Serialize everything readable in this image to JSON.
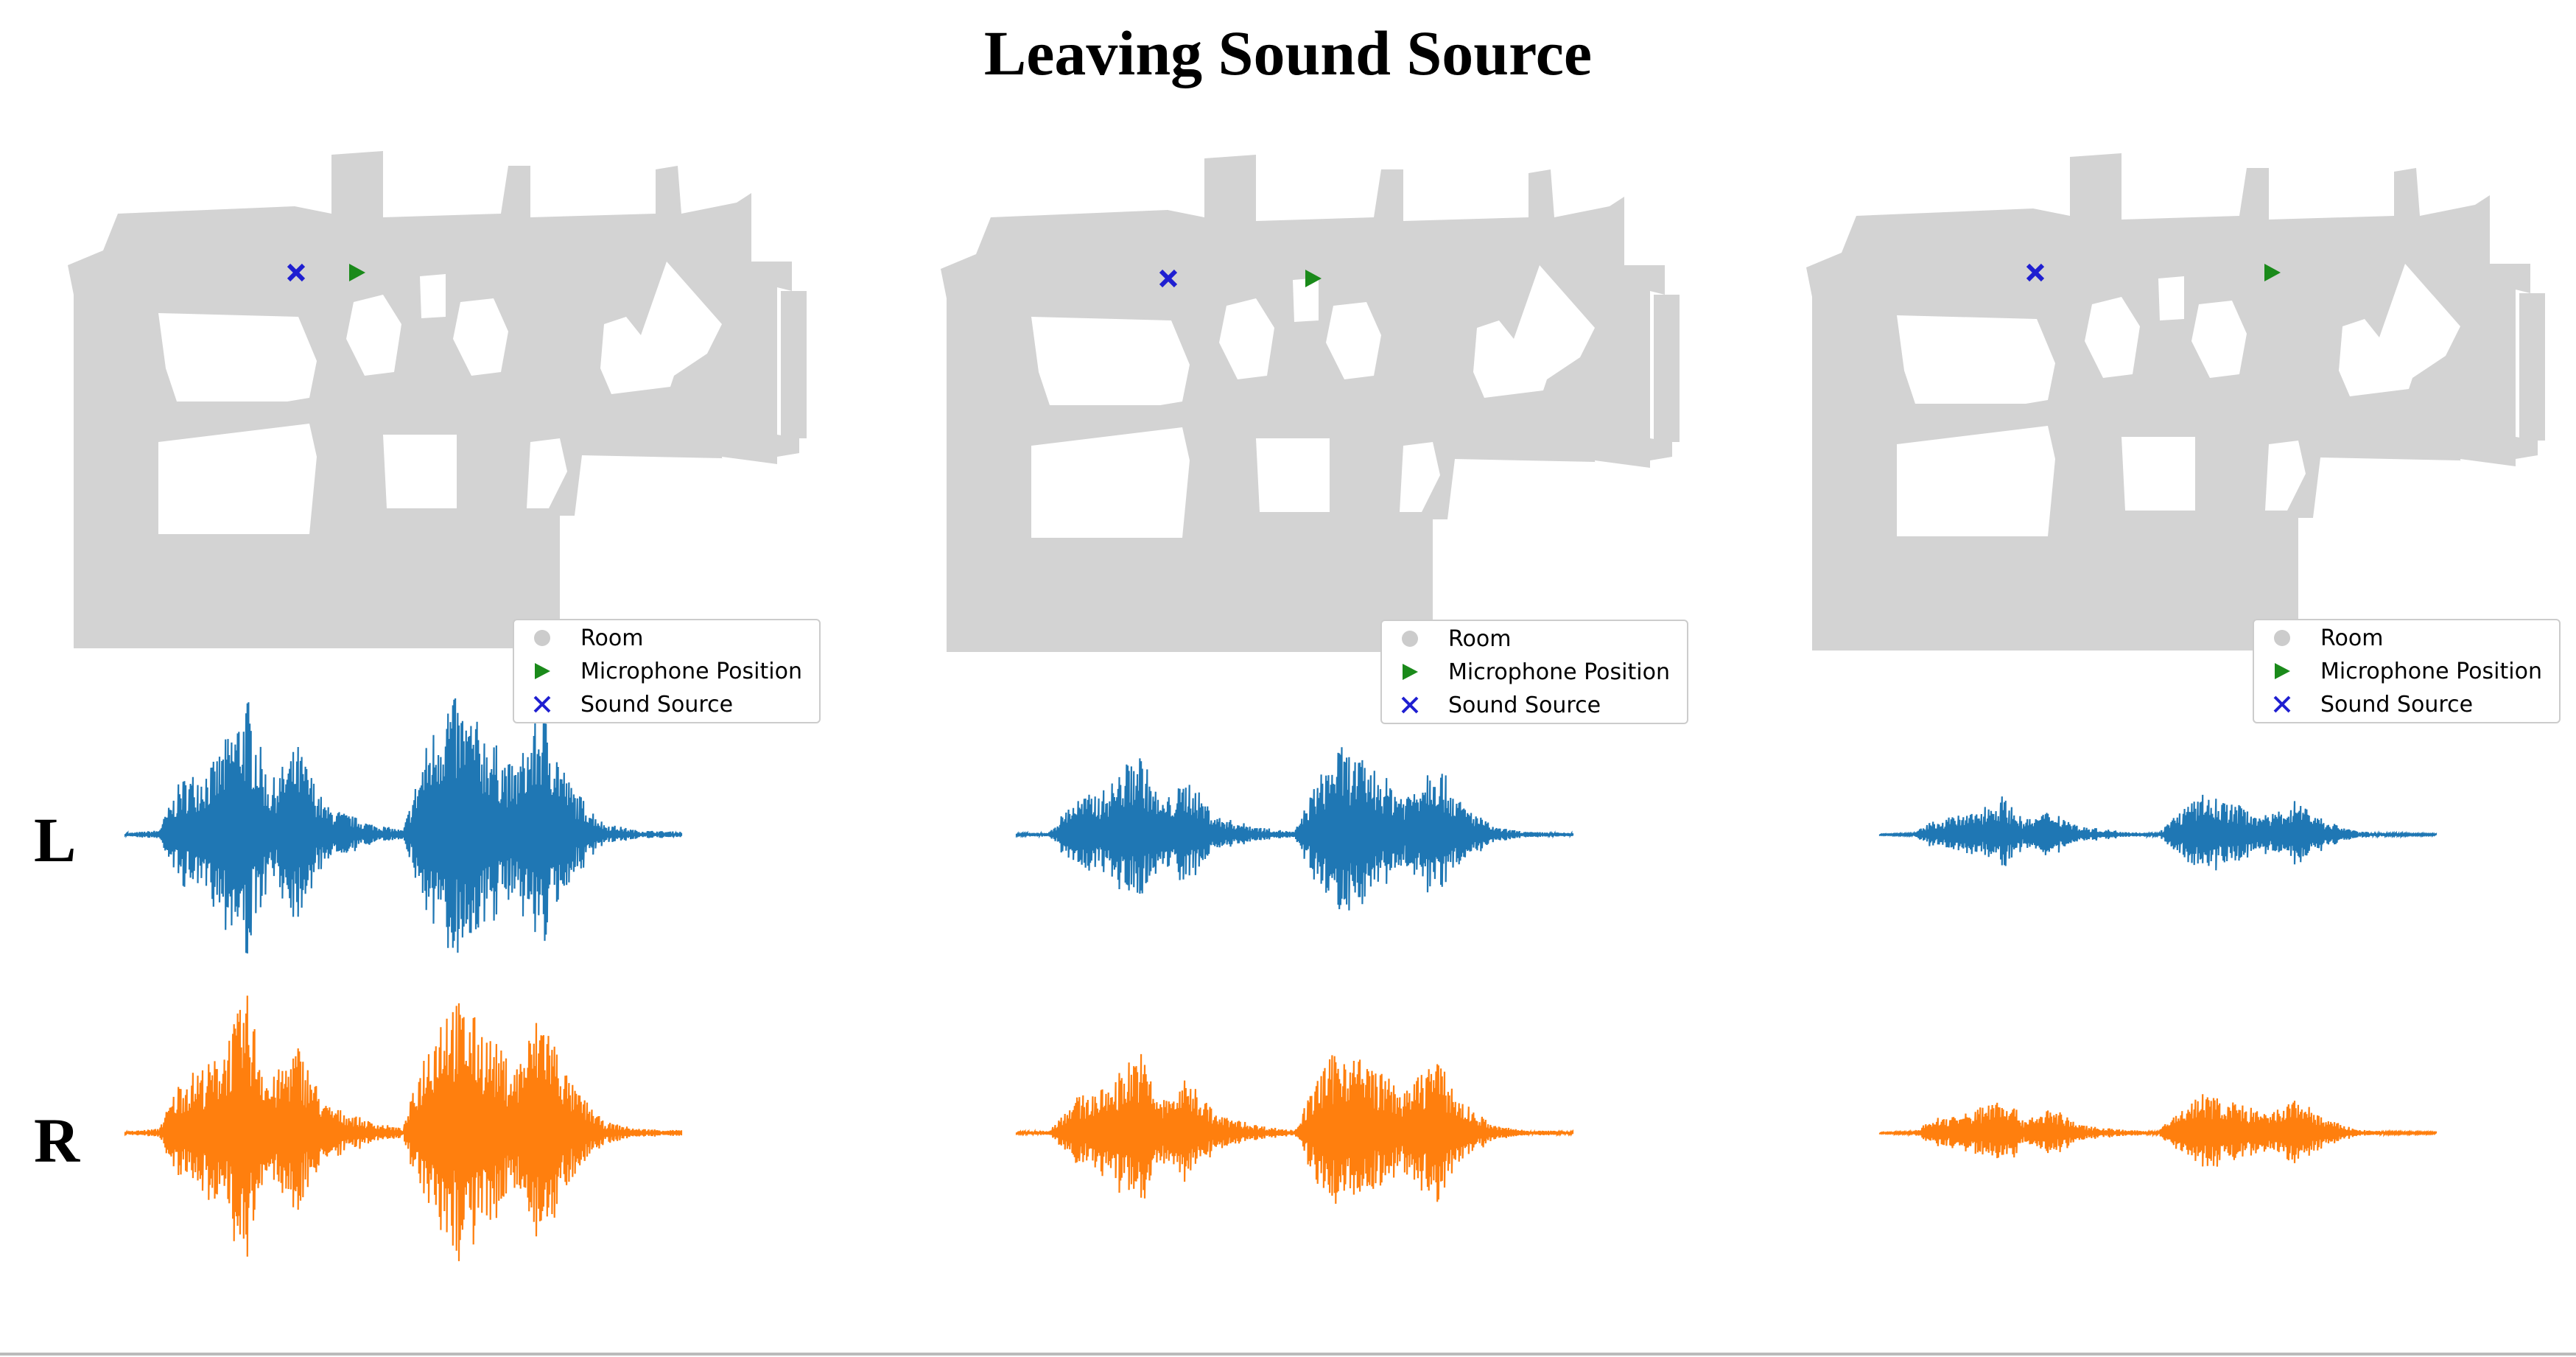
{
  "figure": {
    "title": "Leaving Sound Source",
    "channels": [
      "L",
      "R"
    ],
    "legend": [
      {
        "label": "Room",
        "marker": "circle",
        "color": "#cccccc"
      },
      {
        "label": "Microphone Position",
        "marker": "triangle-right",
        "color": "#1a8a1a"
      },
      {
        "label": "Sound Source",
        "marker": "x",
        "color": "#1f1fd1"
      }
    ],
    "colors": {
      "room": "#d3d3d3",
      "left_wave": "#1f77b4",
      "right_wave": "#ff7f0e",
      "microphone": "#1a8a1a",
      "source": "#1f1fd1"
    }
  },
  "chart_data": [
    {
      "type": "waveform",
      "panel": 1,
      "channel": "L",
      "relative_amplitude": 1.0
    },
    {
      "type": "waveform",
      "panel": 1,
      "channel": "R",
      "relative_amplitude": 1.0
    },
    {
      "type": "waveform",
      "panel": 2,
      "channel": "L",
      "relative_amplitude": 0.62
    },
    {
      "type": "waveform",
      "panel": 2,
      "channel": "R",
      "relative_amplitude": 0.62
    },
    {
      "type": "waveform",
      "panel": 3,
      "channel": "L",
      "relative_amplitude": 0.28
    },
    {
      "type": "waveform",
      "panel": 3,
      "channel": "R",
      "relative_amplitude": 0.28
    }
  ]
}
